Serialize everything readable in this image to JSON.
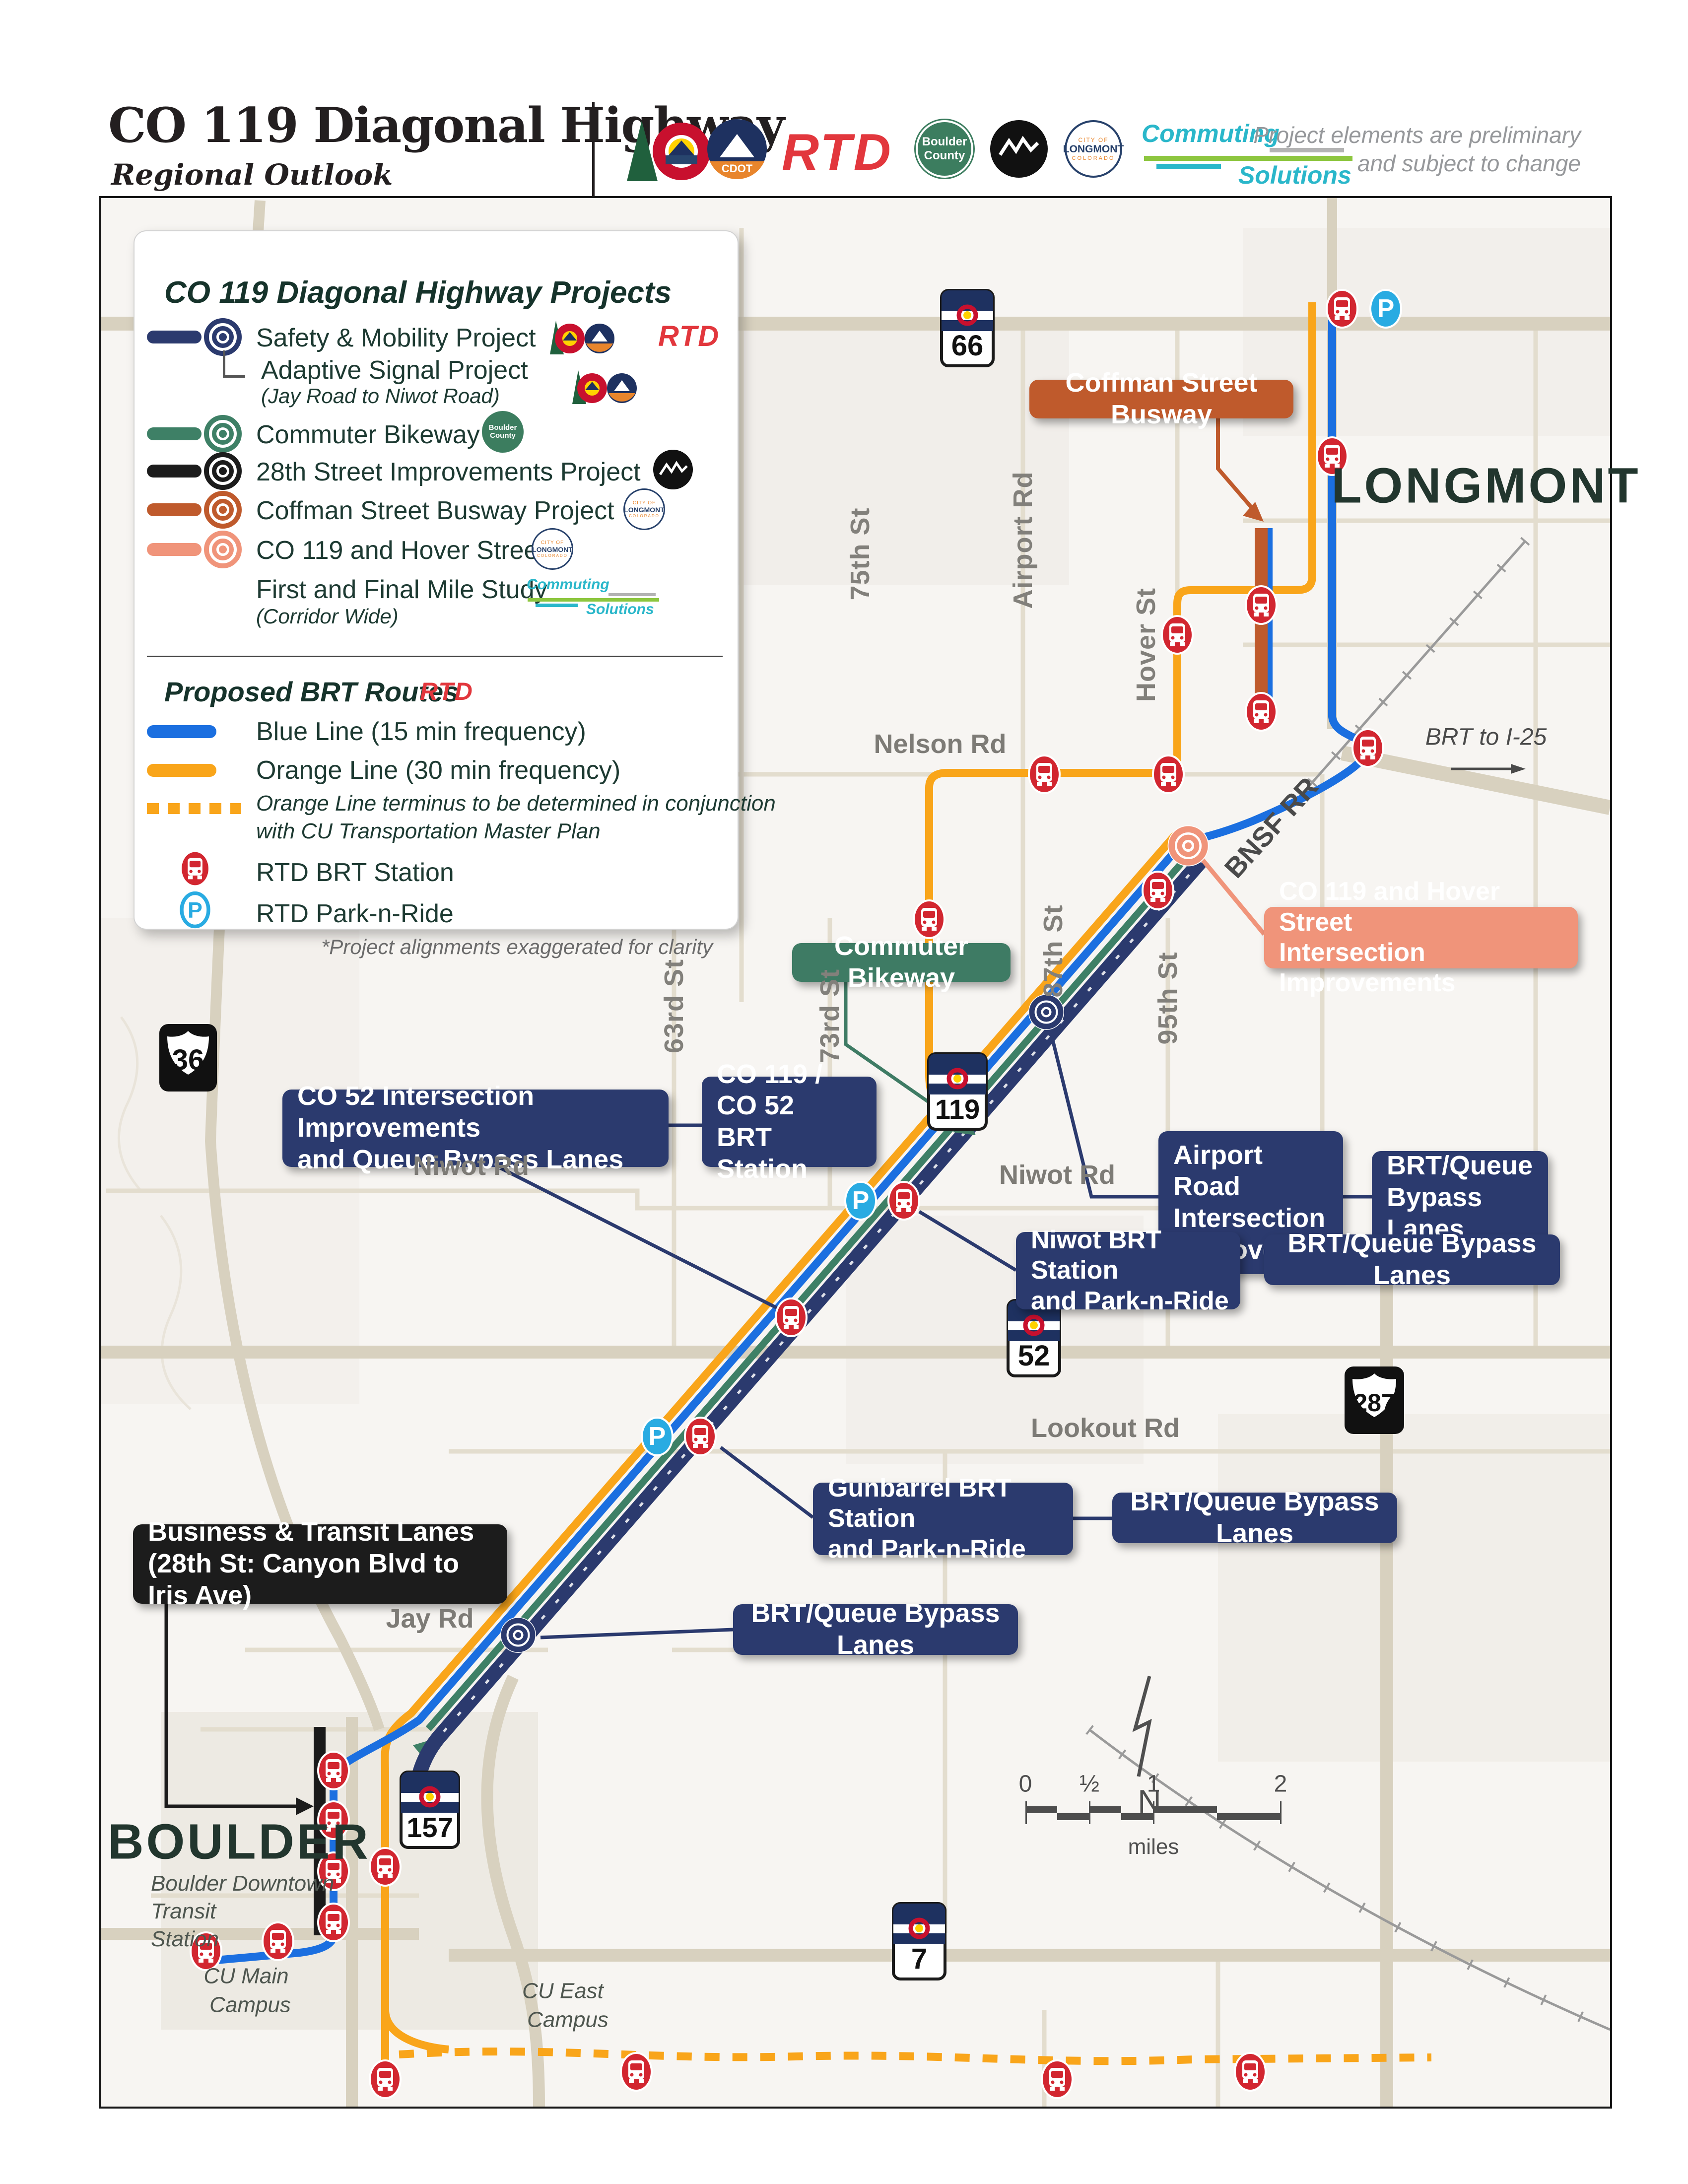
{
  "colors": {
    "navy": "#2b3a6e",
    "blue": "#1b6fe0",
    "orange": "#f9a51a",
    "green": "#3e7b64",
    "rust": "#bf5a2c",
    "salmon": "#f0947a",
    "station_red": "#d22630",
    "pnr_blue": "#29abe2",
    "map_bg": "#f7f5f2",
    "road_tan": "#d8d1bf"
  },
  "header": {
    "title": "CO 119 Diagonal Highway",
    "subtitle": "Regional Outlook",
    "disclaimer1": "Project elements are preliminary",
    "disclaimer2": "and subject to change"
  },
  "logos": {
    "rtd": "RTD",
    "cdot": "CDOT",
    "boulder_county1": "Boulder",
    "boulder_county2": "County",
    "city_of_boulder": "CITY OF BOULDER",
    "longmont1": "CITY OF",
    "longmont2": "LONGMONT",
    "longmont3": "COLORADO",
    "commuting1": "Commuting",
    "commuting2": "Solutions"
  },
  "legend": {
    "title": "CO 119 Diagonal Highway Projects",
    "safety": "Safety & Mobility Project",
    "adaptive": "Adaptive Signal Project",
    "adaptive_sub": "(Jay Road to Niwot Road)",
    "bikeway": "Commuter Bikeway",
    "st28": "28th Street Improvements Project",
    "coffman": "Coffman Street Busway Project",
    "hover": "CO 119 and Hover Street",
    "firstfinal": "First and Final Mile Study",
    "firstfinal_sub": "(Corridor Wide)",
    "brt_title": "Proposed BRT Routes",
    "brt_rtd": "RTD",
    "blue": "Blue Line (15 min frequency)",
    "orange": "Orange Line (30 min frequency)",
    "dashed1": "Orange Line terminus to be determined in conjunction",
    "dashed2": "with CU Transportation Master Plan",
    "station": "RTD BRT Station",
    "pnr": "RTD Park-n-Ride",
    "footnote": "*Project alignments exaggerated for clarity"
  },
  "map": {
    "cities": {
      "longmont": "LONGMONT",
      "boulder": "BOULDER"
    },
    "callouts": {
      "coffman": "Coffman Street Busway",
      "hover1": "CO 119 and Hover Street",
      "hover2": "Intersection Improvements",
      "bikeway": "Commuter Bikeway",
      "co52a": "CO 52 Intersection Improvements",
      "co52b": "and Queue Bypass Lanes",
      "sta1": "CO 119 / CO 52",
      "sta2": "BRT Station",
      "air1": "Airport Road",
      "air2": "Intersection",
      "air3": "Improvements",
      "q1a": "BRT/Queue",
      "q1b": "Bypass Lanes",
      "niwot1": "Niwot BRT Station",
      "niwot2": "and Park-n-Ride",
      "q2": "BRT/Queue Bypass Lanes",
      "gun1": "Gunbarrel BRT Station",
      "gun2": "and Park-n-Ride",
      "q3": "BRT/Queue Bypass Lanes",
      "q4": "BRT/Queue Bypass Lanes",
      "biz1": "Business & Transit Lanes",
      "biz2": "(28th St: Canyon Blvd to Iris Ave)"
    },
    "streets": {
      "s75": "75th St",
      "airport": "Airport Rd",
      "hover": "Hover St",
      "s87": "87th St",
      "s73": "73rd St",
      "s63": "63rd St",
      "s95": "95th St",
      "nelson": "Nelson Rd",
      "niwotL": "Niwot Rd",
      "niwotR": "Niwot Rd",
      "lookout": "Lookout Rd",
      "jay": "Jay Rd"
    },
    "labels": {
      "bnsf": "BNSF RR",
      "i25": "BRT to I-25",
      "bdts1": "Boulder Downtown",
      "bdts2": "Transit",
      "bdts3": "Station",
      "cum1": "CU Main",
      "cum2": "Campus",
      "cue1": "CU East",
      "cue2": "Campus"
    },
    "shields": {
      "r66": "66",
      "r119": "119",
      "r52": "52",
      "r157": "157",
      "r7": "7",
      "u36": "36",
      "u287": "287"
    },
    "scale": {
      "t0": "0",
      "th": "½",
      "t1": "1",
      "t2": "2",
      "unit": "miles"
    },
    "north": "N",
    "icons": {
      "pnr_glyph": "P"
    }
  }
}
